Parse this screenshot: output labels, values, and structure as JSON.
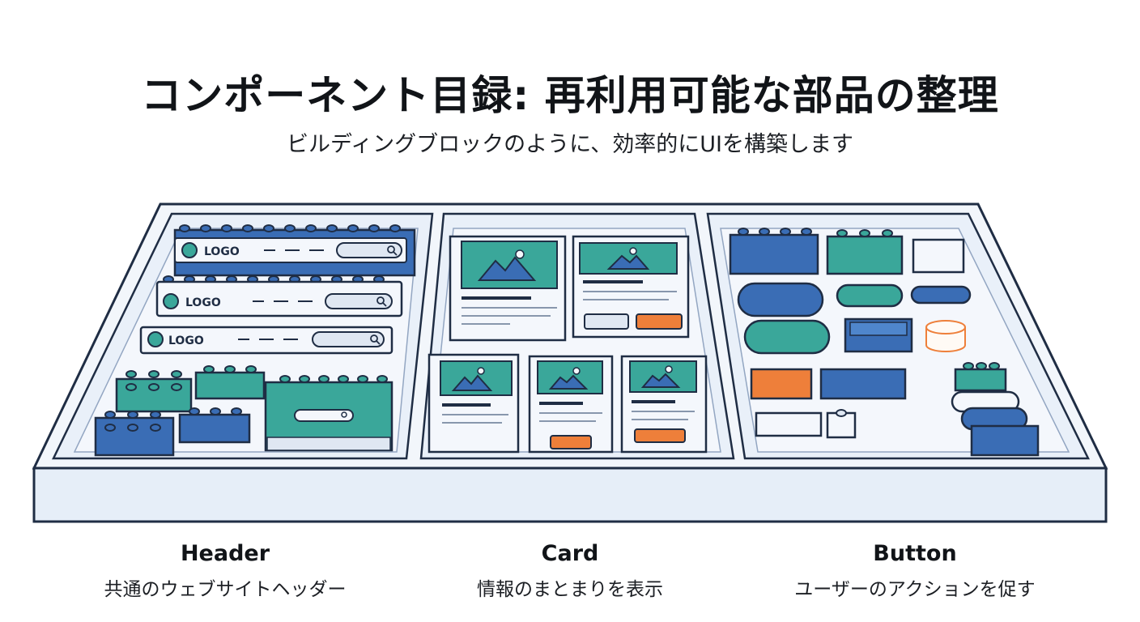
{
  "title": "コンポーネント目録: 再利用可能な部品の整理",
  "subtitle": "ビルディングブロックのように、効率的にUIを構築します",
  "header_logo_text": "LOGO",
  "sections": [
    {
      "name": "Header",
      "description": "共通のウェブサイトヘッダー"
    },
    {
      "name": "Card",
      "description": "情報のまとまりを表示"
    },
    {
      "name": "Button",
      "description": "ユーザーのアクションを促す"
    }
  ],
  "colors": {
    "blue": "#3a6db5",
    "teal": "#3aa79a",
    "orange": "#ee7f3a",
    "outline": "#1f2d44",
    "tray": "#eef3fa"
  }
}
